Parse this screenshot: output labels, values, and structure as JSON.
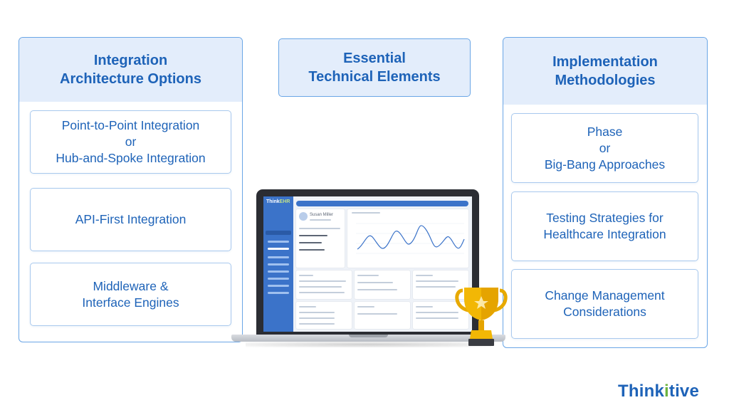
{
  "left": {
    "title_line1": "Integration",
    "title_line2": "Architecture Options",
    "items": [
      {
        "line1": "Point-to-Point Integration",
        "line2": "or",
        "line3": "Hub-and-Spoke Integration"
      },
      {
        "line1": "API-First Integration"
      },
      {
        "line1": "Middleware &",
        "line2": "Interface Engines"
      }
    ]
  },
  "middle": {
    "title_line1": "Essential",
    "title_line2": "Technical Elements"
  },
  "right": {
    "title_line1": "Implementation",
    "title_line2": "Methodologies",
    "items": [
      {
        "line1": "Phase",
        "line2": "or",
        "line3": "Big-Bang Approaches"
      },
      {
        "line1": "Testing Strategies for",
        "line2": "Healthcare Integration"
      },
      {
        "line1": "Change Management",
        "line2": "Considerations"
      }
    ]
  },
  "laptop_screen": {
    "brand_a": "Think",
    "brand_b": "EHR",
    "patient_name": "Susan Miller"
  },
  "logo": {
    "part1": "Think",
    "part2": "i",
    "part3": "tive"
  },
  "colors": {
    "accent": "#1e63b8",
    "panel_header_bg": "#e3edfb",
    "border": "#6aa6e6",
    "logo_green": "#6cb33e",
    "trophy_gold": "#f2b705"
  }
}
